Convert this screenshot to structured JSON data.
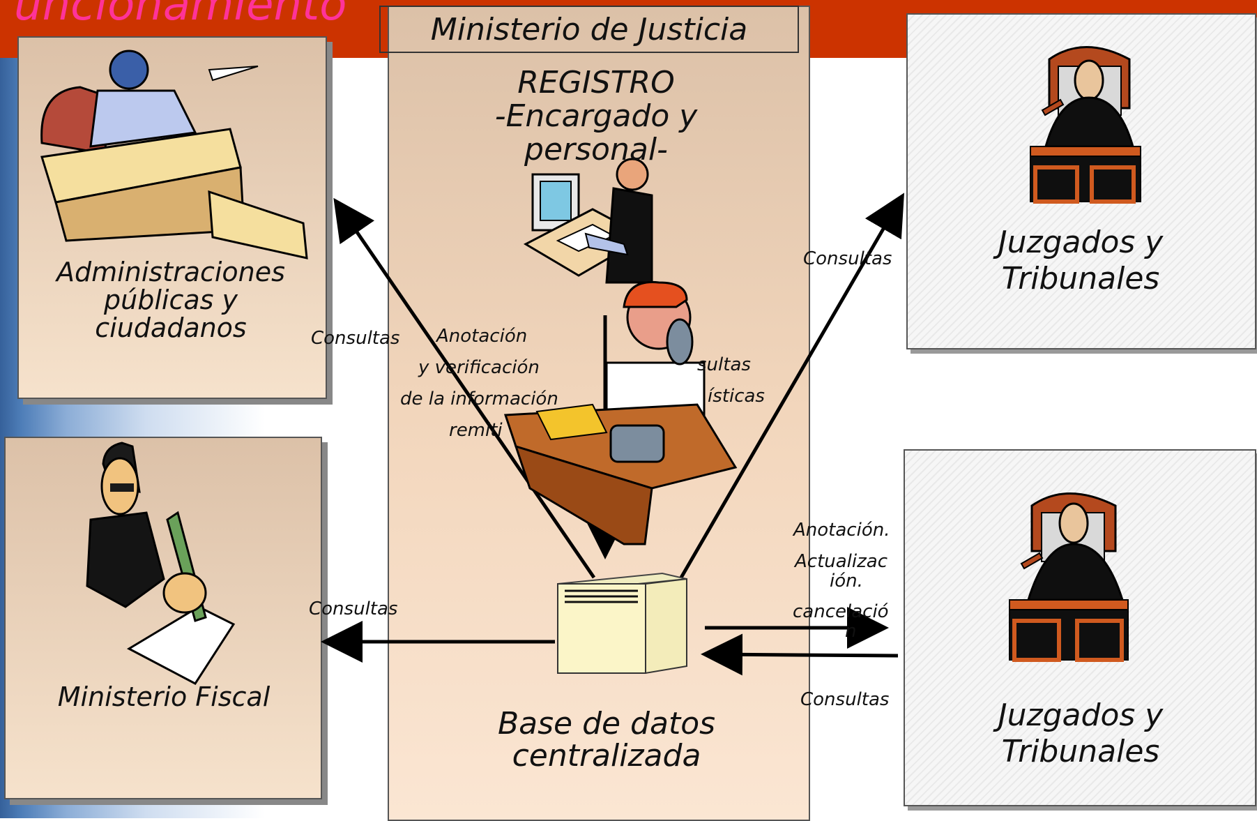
{
  "slide_title": "uncionamiento",
  "ministerio": {
    "title": "Ministerio de Justicia"
  },
  "registro": {
    "line1": "REGISTRO",
    "line2": "-Encargado y",
    "line3": "personal-"
  },
  "database": {
    "line1": "Base de datos",
    "line2": "centralizada"
  },
  "boxes": {
    "administraciones": {
      "line1": "Administraciones",
      "line2": "públicas y",
      "line3": "ciudadanos"
    },
    "ministerio_fiscal": {
      "label": "Ministerio Fiscal"
    },
    "juzgados_top": {
      "line1": "Juzgados y",
      "line2": "Tribunales"
    },
    "juzgados_bottom": {
      "line1": "Juzgados y",
      "line2": "Tribunales"
    }
  },
  "edge_labels": {
    "consultas_admin": "Consultas",
    "consultas_fiscal": "Consultas",
    "consultas_juzgados_top": "Consultas",
    "consultas_juzgados_bottom": "Consultas",
    "anotacion_1": "Anotación",
    "anotacion_2": "y verificación",
    "anotacion_3": "de la información",
    "anotacion_4": "remiti",
    "estadisticas_1": "sultas",
    "estadisticas_2": "ísticas",
    "actualiz_1": "Anotación.",
    "actualiz_2": "Actualizac",
    "actualiz_3": "ión.",
    "actualiz_4": "cancelació",
    "actualiz_5": "n"
  },
  "icons": [
    "executive-desk-clipart",
    "computer-operator-clipart",
    "phone-clerk-clipart",
    "lawyer-signing-clipart",
    "judge-clipart",
    "database-server-icon"
  ]
}
